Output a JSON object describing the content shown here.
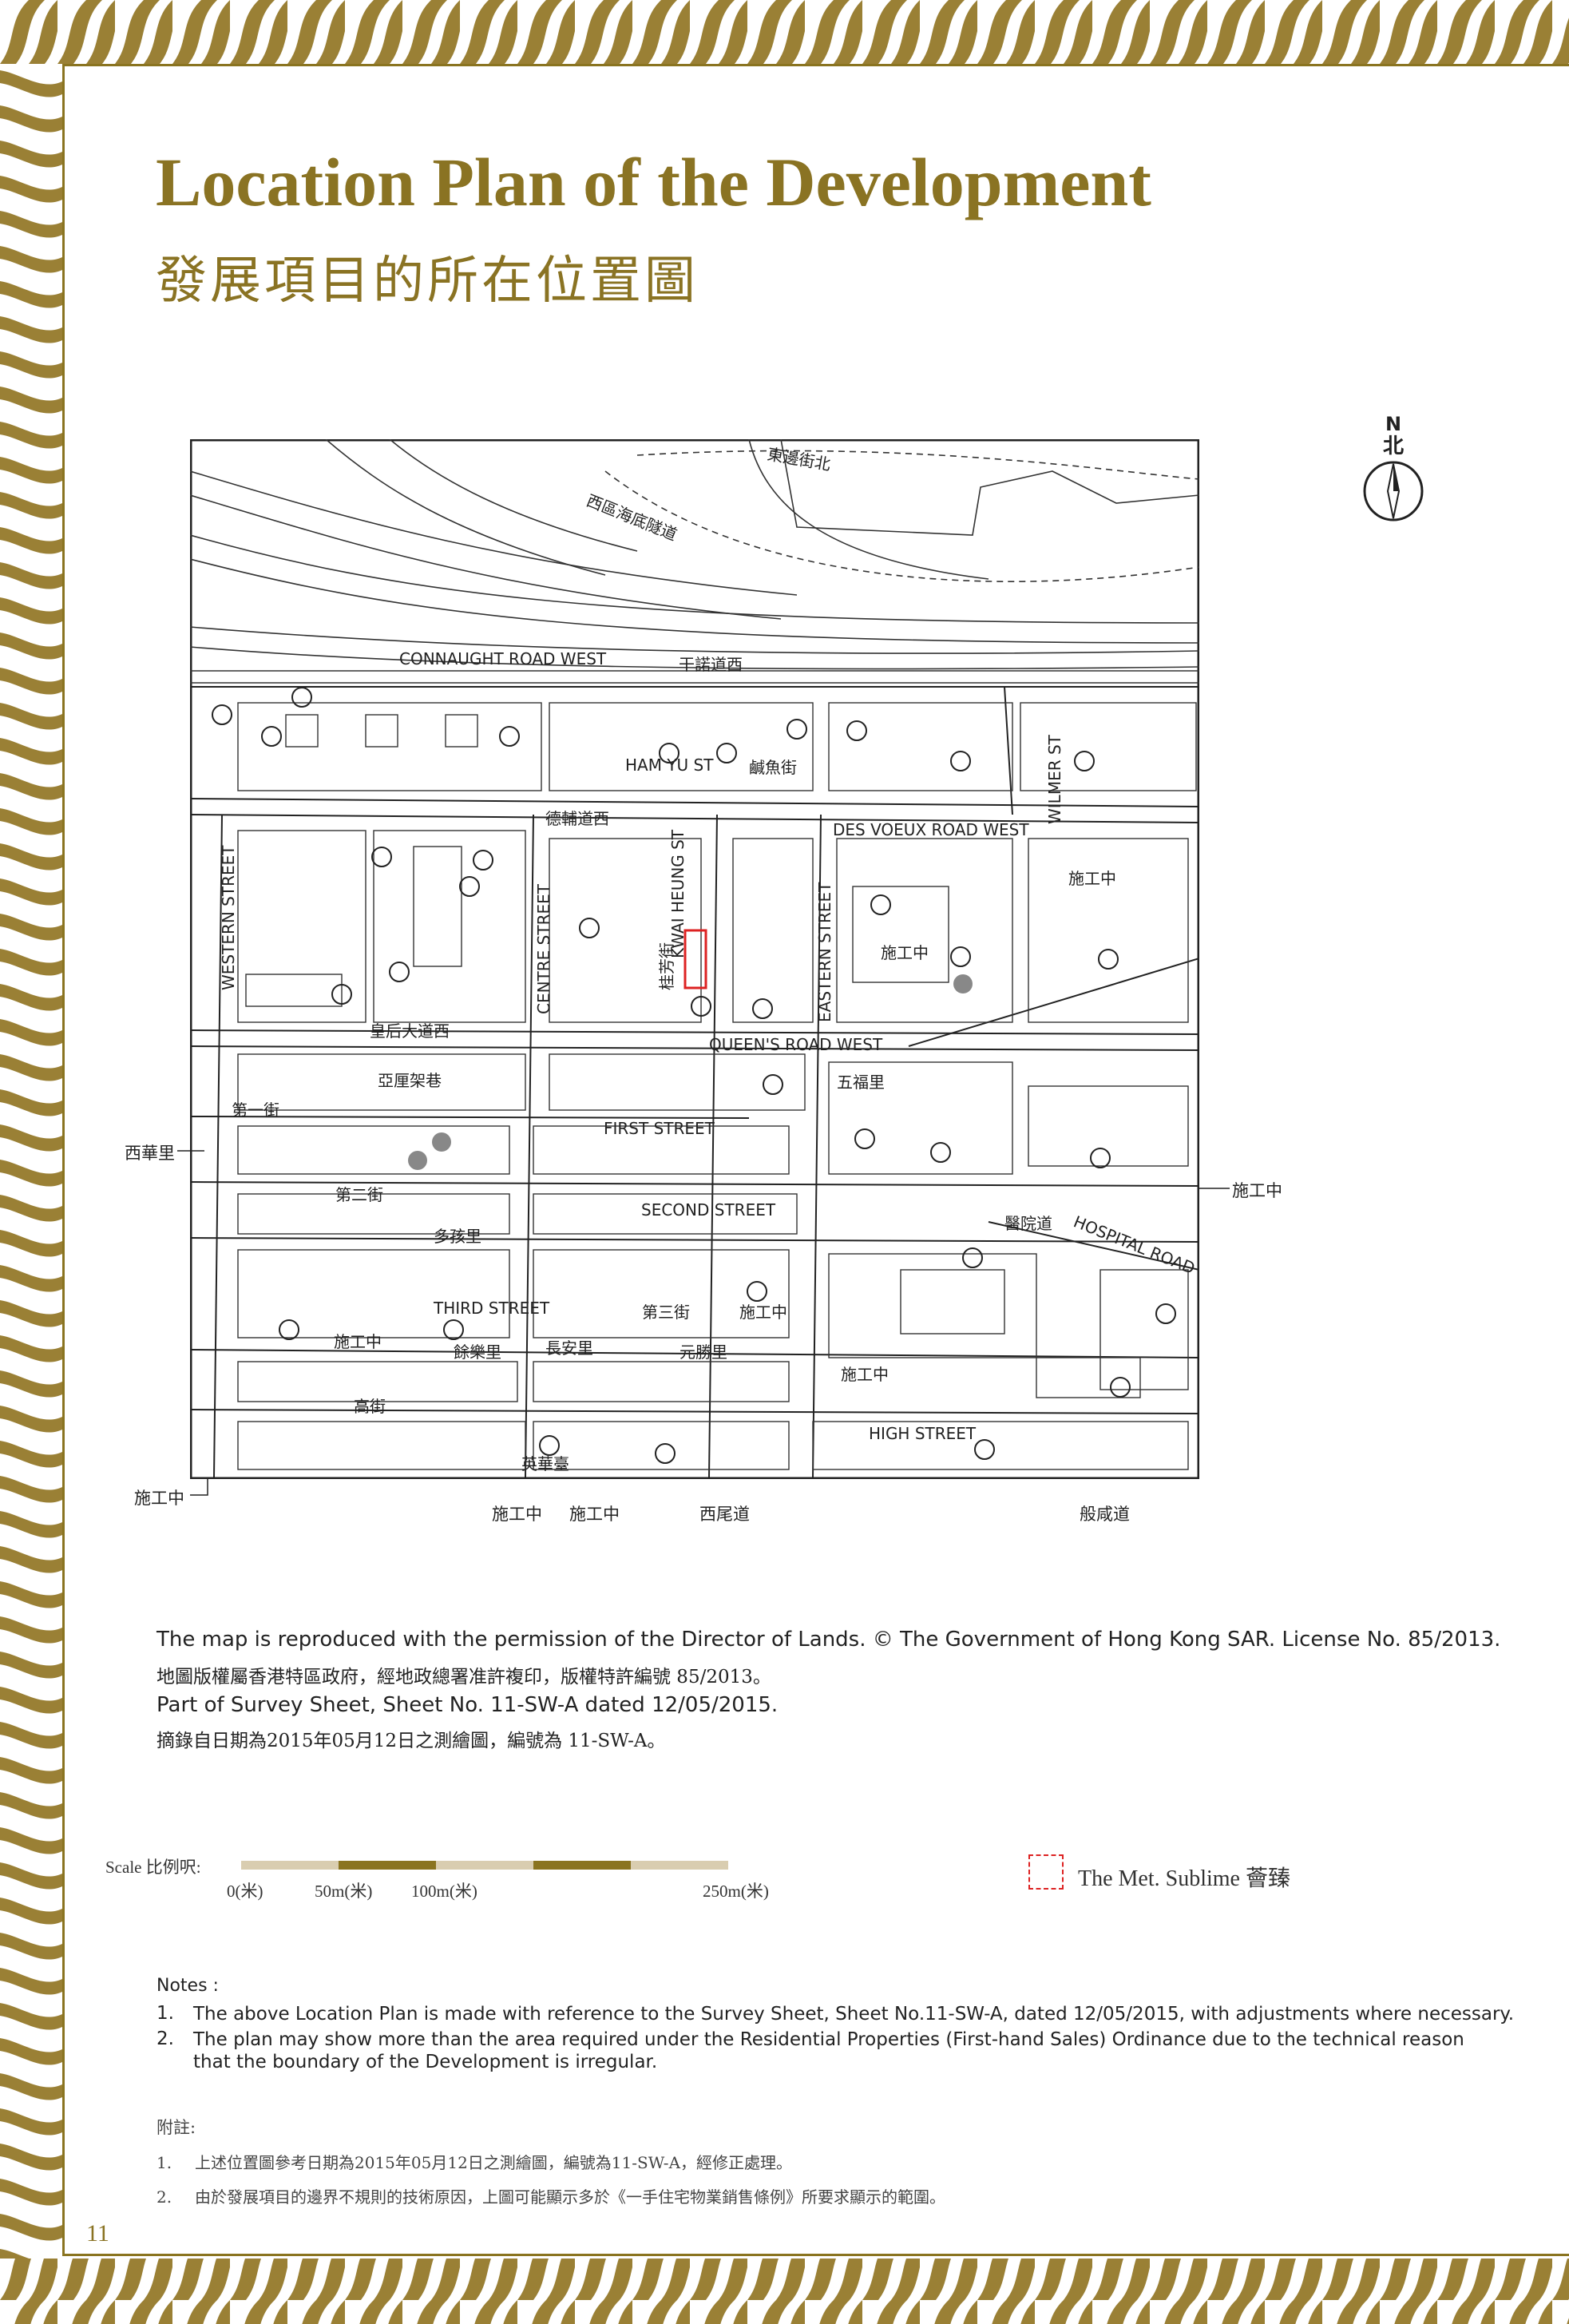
{
  "title_en": "Location Plan of the Development",
  "title_zh": "發展項目的所在位置圖",
  "north": {
    "en": "N",
    "zh": "北"
  },
  "map": {
    "roads": {
      "connaught_road_west": "CONNAUGHT ROAD WEST",
      "connaught_road_west_zh": "干諾道西",
      "ham_yu_st": "HAM YU ST",
      "ham_yu_st_zh": "鹹魚街",
      "des_voeux_road_west": "DES VOEUX ROAD WEST",
      "des_voeux_road_west_zh": "德輔道西",
      "wilmer_st": "WILMER ST",
      "western_street": "WESTERN STREET",
      "centre_street": "CENTRE STREET",
      "kwai_heung_st": "KWAI HEUNG ST",
      "eastern_street": "EASTERN STREET",
      "queens_road_west": "QUEEN'S ROAD WEST",
      "queens_road_west_zh": "皇后大道西",
      "first_street": "FIRST STREET",
      "first_street_zh": "第一街",
      "second_street": "SECOND STREET",
      "second_street_zh": "第二街",
      "third_street": "THIRD STREET",
      "third_street_zh": "第三街",
      "hospital_road": "HOSPITAL ROAD",
      "hospital_road_zh": "醫院道",
      "high_street": "HIGH STREET",
      "high_street_zh": "高街",
      "western_harbour_tunnel_zh": "西區海底隧道",
      "eastern_street_north_zh": "東邊街北",
      "ah_lei_lane_zh": "亞厘架巷",
      "ng_fuk_lane_zh": "五福里",
      "yu_lok_lane_zh": "餘樂里",
      "cheung_on_lane_zh": "長安里",
      "yuen_shing_lane_zh": "元勝里",
      "ying_wa_terrace_zh": "英華臺",
      "to_li_terrace_zh": "多孩里",
      "kwai_fong_zh": "桂芳街"
    },
    "under_construction": "施工中",
    "callouts": {
      "sai_wa_lane": "西華里",
      "construction_right": "施工中",
      "construction_bottom_left": "施工中",
      "construction_bottom_1": "施工中",
      "construction_bottom_2": "施工中",
      "sai_mei_road": "西尾道",
      "poon_shin_road": "般咸道"
    }
  },
  "credits": {
    "line1": "The map is reproduced with the permission of the Director of Lands. © The Government of Hong Kong SAR. License No. 85/2013.",
    "line2": "地圖版權屬香港特區政府，經地政總署准許複印，版權特許編號 85/2013。",
    "line3": "Part of Survey Sheet, Sheet No. 11-SW-A dated 12/05/2015.",
    "line4": "摘錄自日期為2015年05月12日之測繪圖，編號為 11-SW-A。"
  },
  "scale": {
    "label": "Scale 比例呎:",
    "ticks": [
      "0(米)",
      "50m(米)",
      "100m(米)",
      "250m(米)"
    ],
    "colors": [
      "#d9cdb0",
      "#8a7420"
    ]
  },
  "legend": {
    "label": "The Met. Sublime 薈臻",
    "color": "#dd2222"
  },
  "notes": {
    "heading": "Notes :",
    "items": [
      {
        "num": "1.",
        "text": "The above Location Plan is made with reference to the Survey Sheet, Sheet No.11-SW-A, dated 12/05/2015, with adjustments where necessary."
      },
      {
        "num": "2.",
        "text": "The plan may show more than the area required under the Residential Properties (First-hand Sales) Ordinance due to the technical reason that the boundary of the Development is irregular."
      }
    ]
  },
  "notes_zh": {
    "heading": "附註:",
    "items": [
      {
        "num": "1.",
        "text": "上述位置圖參考日期為2015年05月12日之測繪圖，編號為11-SW-A，經修正處理。"
      },
      {
        "num": "2.",
        "text": "由於發展項目的邊界不規則的技術原因，上圖可能顯示多於《一手住宅物業銷售條例》所要求顯示的範圍。"
      }
    ]
  },
  "page_number": "11",
  "colors": {
    "gold": "#8a7323",
    "wave": "#9a8035"
  }
}
